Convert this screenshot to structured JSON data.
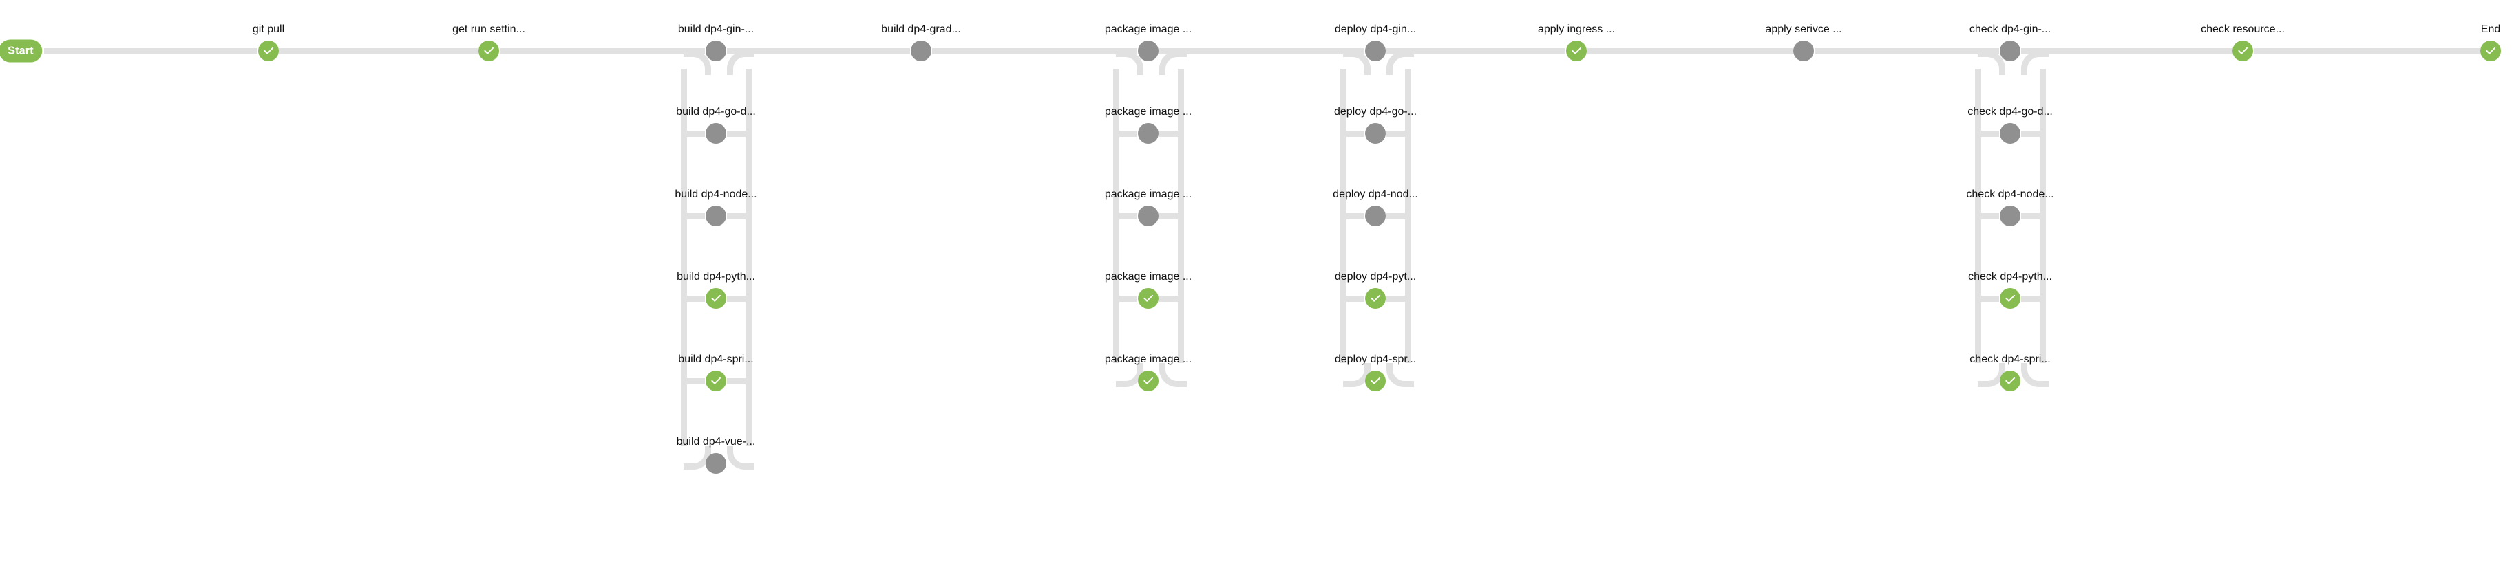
{
  "graph": {
    "title": "pipeline-run-graph",
    "colors": {
      "success": "#87bc50",
      "pending": "#909090",
      "edge": "#e1e1e1",
      "label": "#111111",
      "background": "#ffffff"
    },
    "legend_status": {
      "success": "success",
      "pending": "pending"
    }
  },
  "start": {
    "label": "Start",
    "status": "success"
  },
  "end": {
    "label": "End",
    "status": "success"
  },
  "stages": [
    {
      "id": "git-pull",
      "label": "git pull",
      "branching": false,
      "nodes": [
        {
          "label": "git pull",
          "status": "success"
        }
      ]
    },
    {
      "id": "get-run-settings",
      "label": "get run settin...",
      "branching": false,
      "nodes": [
        {
          "label": "get run settin...",
          "status": "success"
        }
      ]
    },
    {
      "id": "build-apps",
      "label": "build dp4-gin-...",
      "branching": true,
      "nodes": [
        {
          "label": "build dp4-gin-...",
          "status": "pending"
        },
        {
          "label": "build dp4-go-d...",
          "status": "pending"
        },
        {
          "label": "build dp4-node...",
          "status": "pending"
        },
        {
          "label": "build dp4-pyth...",
          "status": "success"
        },
        {
          "label": "build dp4-spri...",
          "status": "success"
        },
        {
          "label": "build dp4-vue-...",
          "status": "pending"
        }
      ]
    },
    {
      "id": "build-gradle",
      "label": "build dp4-grad...",
      "branching": false,
      "nodes": [
        {
          "label": "build dp4-grad...",
          "status": "pending"
        }
      ]
    },
    {
      "id": "package-image",
      "label": "package image ...",
      "branching": true,
      "nodes": [
        {
          "label": "package image ...",
          "status": "pending"
        },
        {
          "label": "package image ...",
          "status": "pending"
        },
        {
          "label": "package image ...",
          "status": "pending"
        },
        {
          "label": "package image ...",
          "status": "success"
        },
        {
          "label": "package image ...",
          "status": "success"
        }
      ]
    },
    {
      "id": "deploy",
      "label": "deploy dp4-gin...",
      "branching": true,
      "nodes": [
        {
          "label": "deploy dp4-gin...",
          "status": "pending"
        },
        {
          "label": "deploy dp4-go-...",
          "status": "pending"
        },
        {
          "label": "deploy dp4-nod...",
          "status": "pending"
        },
        {
          "label": "deploy dp4-pyt...",
          "status": "success"
        },
        {
          "label": "deploy dp4-spr...",
          "status": "success"
        }
      ]
    },
    {
      "id": "apply-ingress",
      "label": "apply ingress ...",
      "branching": false,
      "nodes": [
        {
          "label": "apply ingress ...",
          "status": "success"
        }
      ]
    },
    {
      "id": "apply-service",
      "label": "apply serivce ...",
      "branching": false,
      "nodes": [
        {
          "label": "apply serivce ...",
          "status": "pending"
        }
      ]
    },
    {
      "id": "check",
      "label": "check dp4-gin-...",
      "branching": true,
      "nodes": [
        {
          "label": "check dp4-gin-...",
          "status": "pending"
        },
        {
          "label": "check dp4-go-d...",
          "status": "pending"
        },
        {
          "label": "check dp4-node...",
          "status": "pending"
        },
        {
          "label": "check dp4-pyth...",
          "status": "success"
        },
        {
          "label": "check dp4-spri...",
          "status": "success"
        }
      ]
    },
    {
      "id": "check-resource",
      "label": "check resource...",
      "branching": false,
      "nodes": [
        {
          "label": "check resource...",
          "status": "success"
        }
      ]
    }
  ]
}
